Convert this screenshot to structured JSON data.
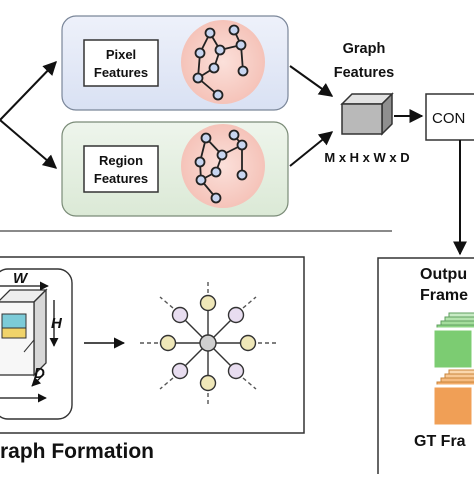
{
  "pixel_features": {
    "line1": "Pixel",
    "line2": "Features"
  },
  "region_features": {
    "line1": "Region",
    "line2": "Features"
  },
  "graph_features": {
    "line1": "Graph",
    "line2": "Features",
    "dims": "M x H x W x D"
  },
  "conv_label": "CON",
  "output_frames": {
    "line1": "Outpu",
    "line2": "Frame"
  },
  "gt_frames_label": "GT Fra",
  "graph_formation_label": "raph Formation",
  "cube_axes": {
    "w": "W",
    "h": "H",
    "d": "D"
  },
  "colors": {
    "pixel_panel": "#e4e9f5",
    "region_panel": "#e6f0e3",
    "graph_circle": "#f9d3cc",
    "node_fill": "#c7d5f0",
    "star_node_fill": "#efe7b8",
    "star_node_alt": "#e8ddf0"
  }
}
